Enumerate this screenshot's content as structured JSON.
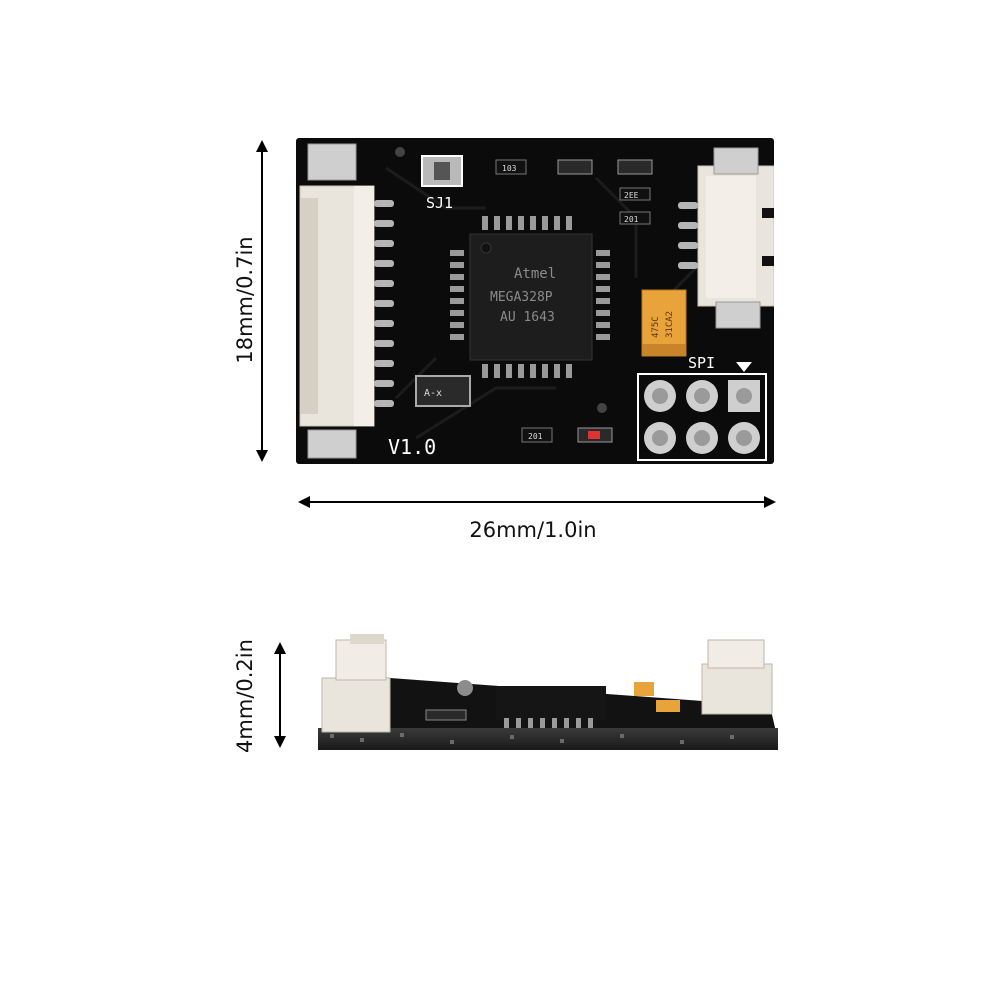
{
  "dimensions": {
    "height_label": "18mm/0.7in",
    "width_label": "26mm/1.0in",
    "thickness_label": "4mm/0.2in"
  },
  "board": {
    "jumper_label": "SJ1",
    "version_label": "V1.0",
    "spi_label": "SPI",
    "chip": {
      "brand": "Atmel",
      "model": "MEGA328P",
      "code": "AU 1643"
    },
    "capacitor_marking_1": "475C",
    "capacitor_marking_2": "31CA2",
    "resistor_labels": [
      "103",
      "2EE",
      "201",
      "201"
    ],
    "crystal_label": "A-x"
  },
  "colors": {
    "pcb": "#0b0b0b",
    "connector": "#e9e4dc",
    "pad": "#9a9a9a",
    "capacitor": "#e8a33a"
  }
}
